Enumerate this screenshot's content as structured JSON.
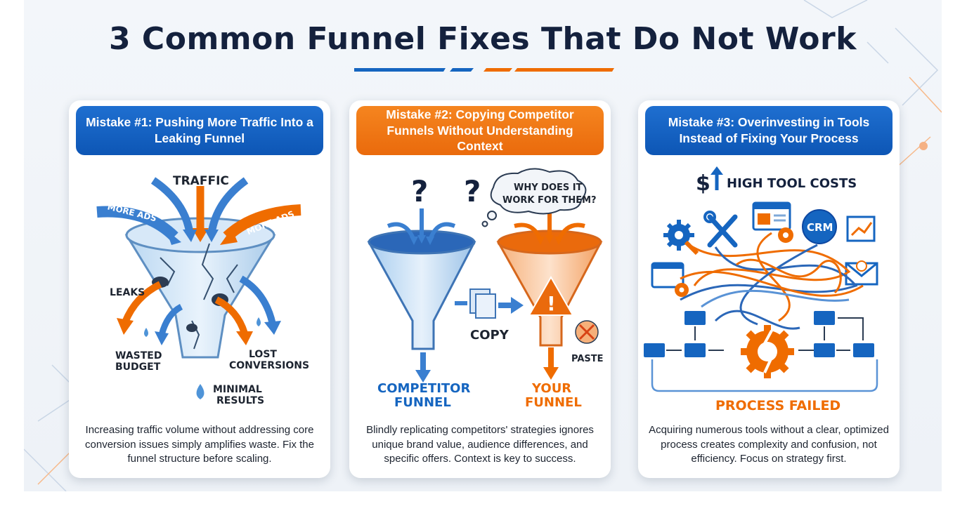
{
  "title": "3 Common Funnel Fixes That Do Not Work",
  "colors": {
    "blue": "#1565c0",
    "orange": "#ef6c00",
    "navy": "#14213d"
  },
  "cards": [
    {
      "header": "Mistake #1: Pushing More Traffic Into a Leaking Funnel",
      "labels": {
        "traffic": "TRAFFIC",
        "more_ads_left": "MORE ADS",
        "more_ads_right": "MORE ADS",
        "leaks": "LEAKS",
        "wasted_1": "WASTED",
        "wasted_2": "BUDGET",
        "lost_1": "LOST",
        "lost_2": "CONVERSIONS",
        "minimal_1": "MINIMAL",
        "minimal_2": "RESULTS"
      },
      "description": "Increasing traffic volume without addressing core conversion issues simply amplifies waste. Fix the funnel structure before scaling."
    },
    {
      "header": "Mistake #2: Copying Competitor Funnels Without Understanding Context",
      "labels": {
        "question_1": "?",
        "question_2": "?",
        "bubble_1": "WHY DOES IT",
        "bubble_2": "WORK FOR THEM?",
        "copy": "COPY",
        "paste": "PASTE",
        "competitor_1": "COMPETITOR",
        "competitor_2": "FUNNEL",
        "yours_1": "YOUR",
        "yours_2": "FUNNEL"
      },
      "description": "Blindly replicating competitors' strategies ignores unique brand value, audience differences, and specific offers. Context is key to success."
    },
    {
      "header": "Mistake #3: Overinvesting in Tools Instead of Fixing Your Process",
      "labels": {
        "costs": "HIGH TOOL COSTS",
        "crm": "CRM",
        "failed": "PROCESS FAILED"
      },
      "description": "Acquiring numerous tools without a clear, optimized process creates complexity and confusion, not efficiency. Focus on strategy first."
    }
  ]
}
